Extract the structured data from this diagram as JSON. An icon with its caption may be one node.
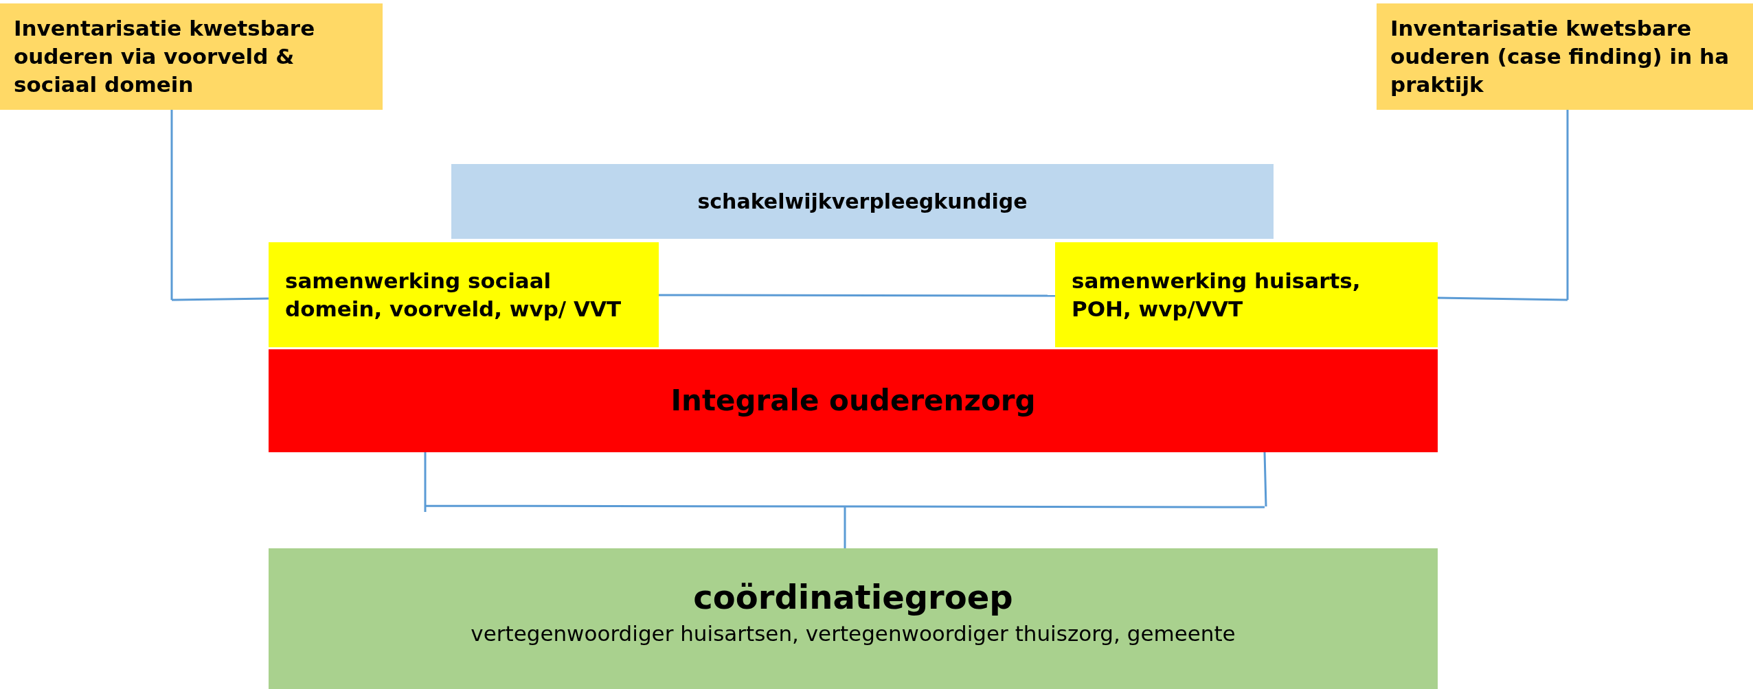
{
  "diagram": {
    "nodes": [
      {
        "text": [
          "Inventarisatie kwetsbare ouderen via voorveld & sociaal domein"
        ]
      },
      {
        "text": [
          "Inventarisatie kwetsbare ouderen (case finding) in ha praktijk"
        ]
      },
      {
        "text": [
          "schakelwijkverpleegkundige"
        ]
      },
      {
        "text": [
          "samenwerking sociaal domein, voorveld, wvp/ VVT"
        ]
      },
      {
        "text": [
          "samenwerking huisarts, POH, wvp/VVT"
        ]
      },
      {
        "text": [
          "Integrale ouderenzorg"
        ]
      },
      {
        "text": [
          "coördinatiegroep",
          "vertegenwoordiger huisartsen, vertegenwoordiger thuiszorg, gemeente"
        ]
      }
    ],
    "edges": [
      {
        "from": 0,
        "to": 3,
        "arrow": "none"
      },
      {
        "from": 1,
        "to": 4,
        "arrow": "none"
      },
      {
        "from": 3,
        "to": 4,
        "arrow": "none"
      },
      {
        "from": 5,
        "to": 6,
        "arrow": "none"
      }
    ]
  }
}
